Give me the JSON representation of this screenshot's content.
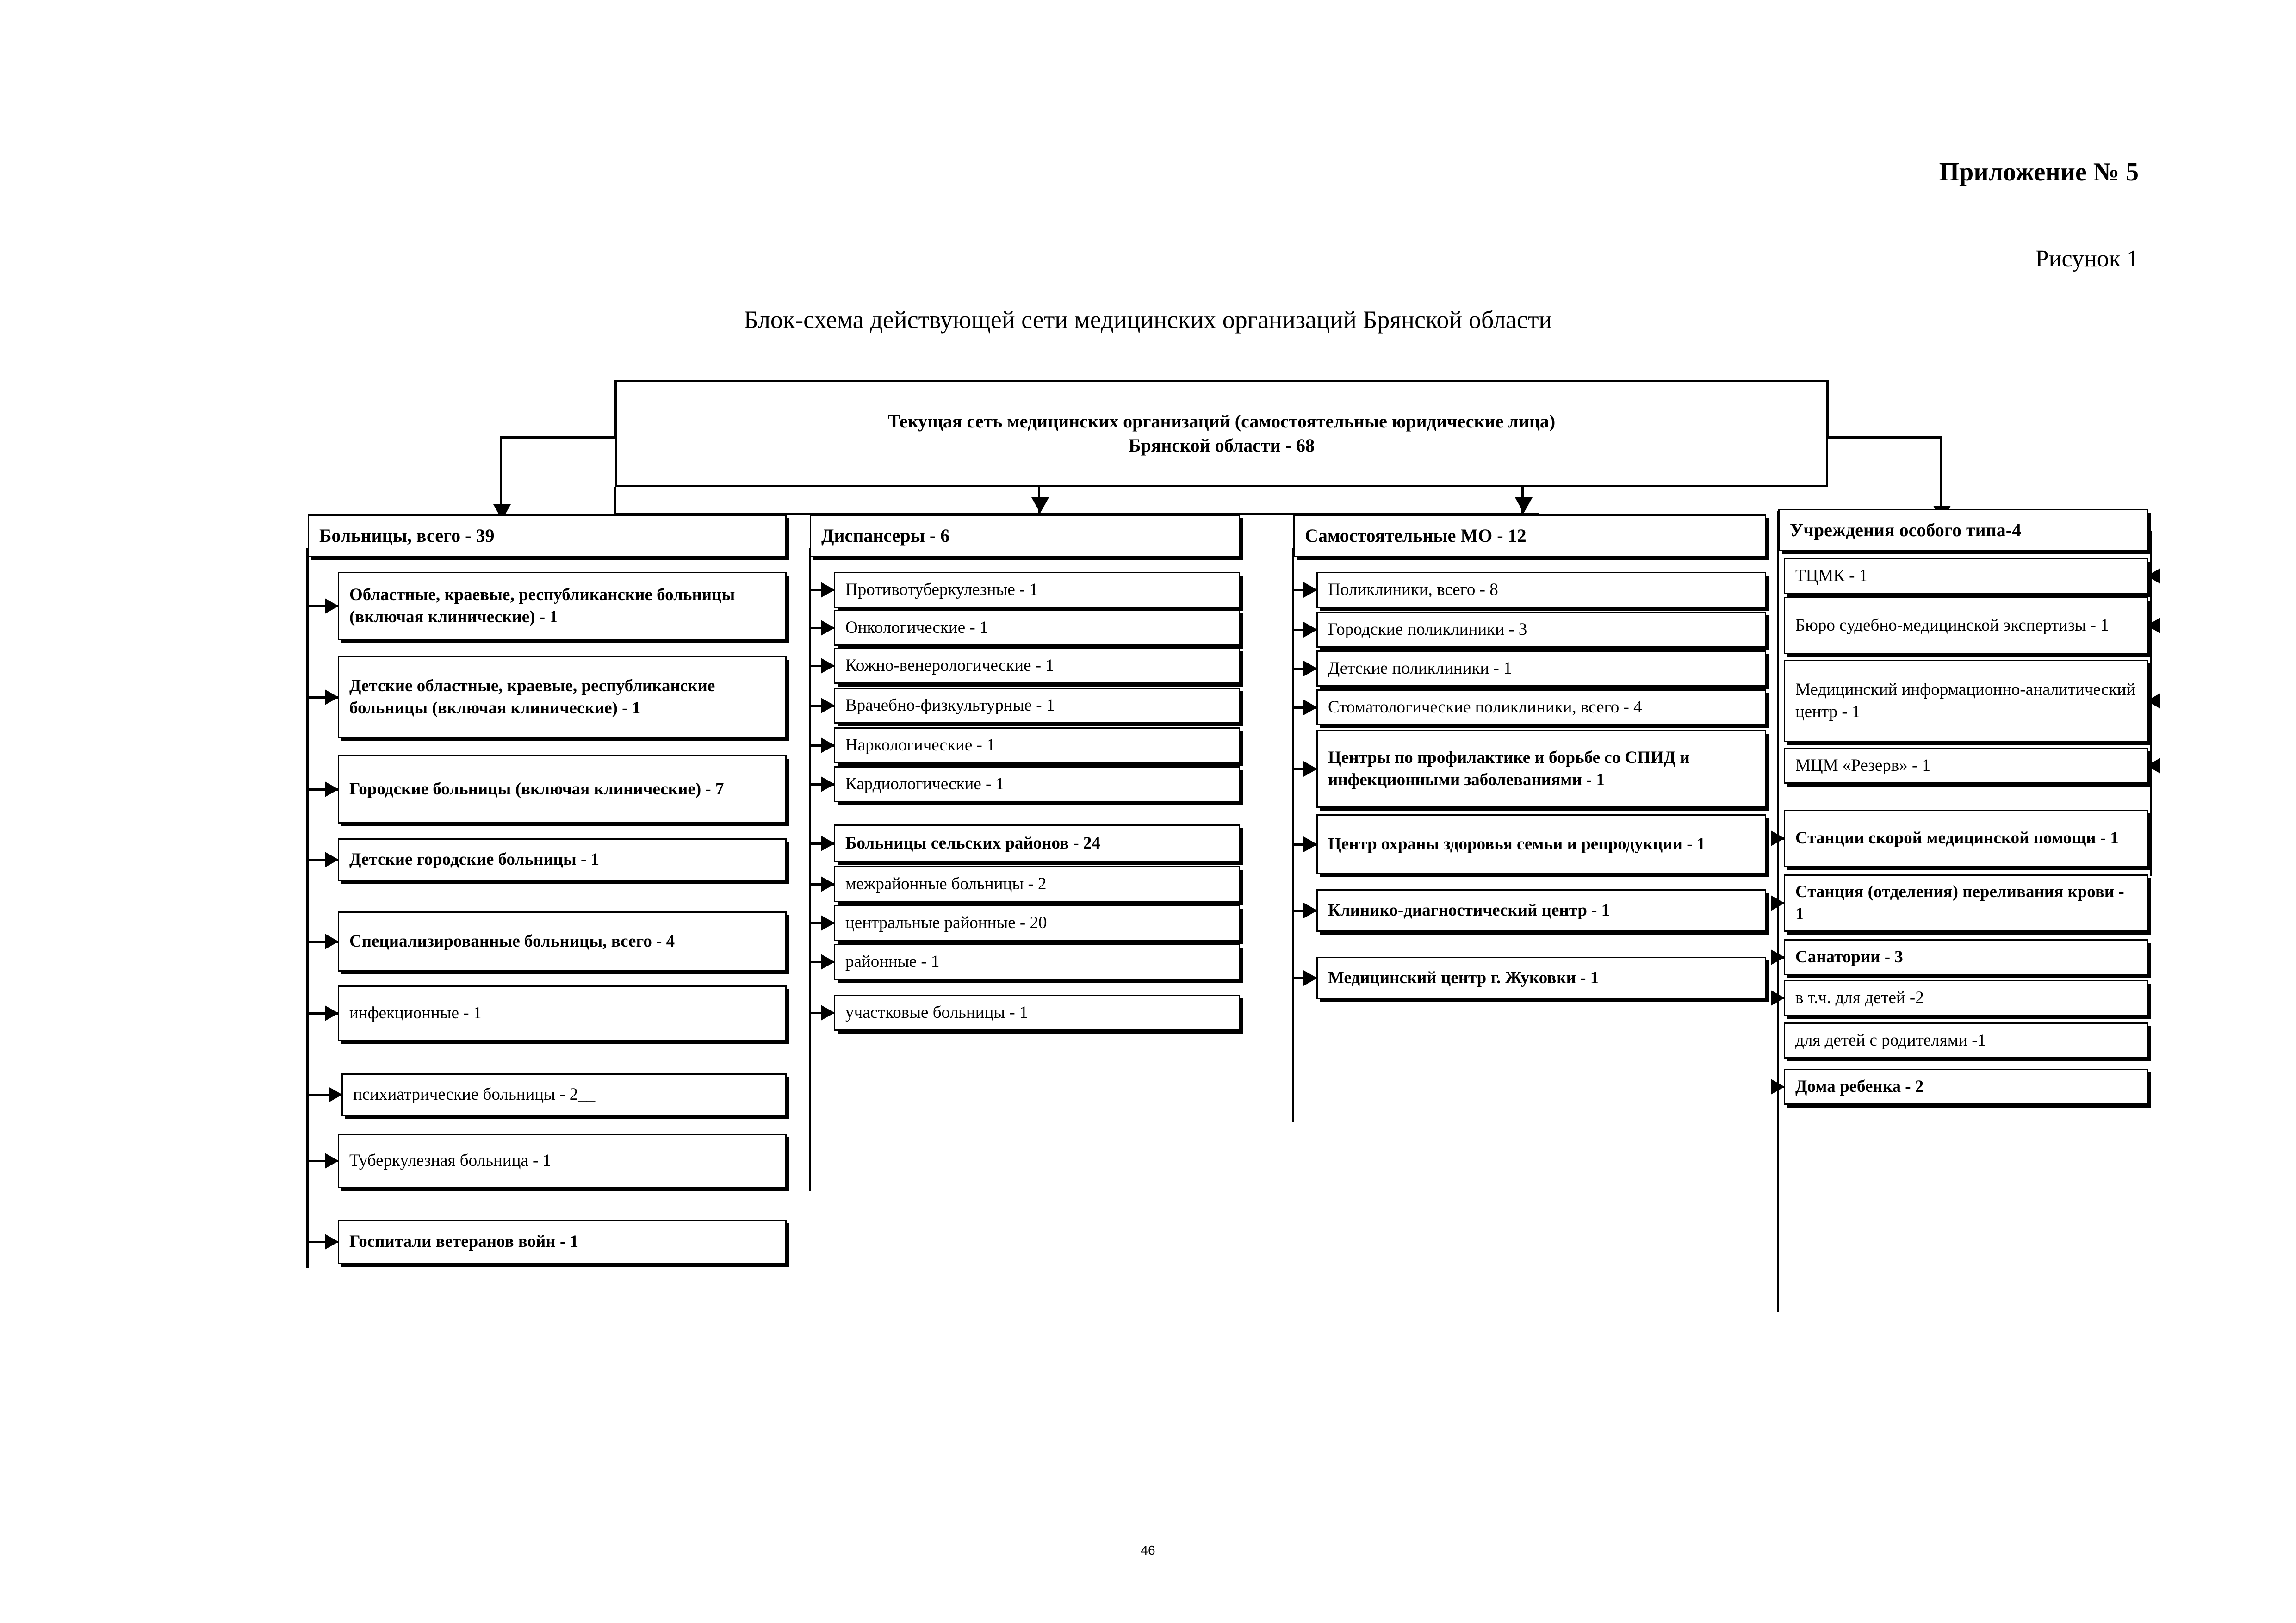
{
  "header": {
    "appendix": "Приложение № 5",
    "figure": "Рисунок 1",
    "title": "Блок-схема действующей сети медицинских организаций Брянской области",
    "page_number": "46"
  },
  "root": {
    "line1": "Текущая сеть медицинских организаций (самостоятельные юридические лица)",
    "line2": "Брянской области - 68"
  },
  "columns": [
    {
      "id": "hospitals",
      "head": "Больницы, всего - 39",
      "items": [
        {
          "label": "Областные, краевые, республиканские больницы (включая клинические) - 1",
          "bold": true
        },
        {
          "label": "Детские областные, краевые, республиканские больницы (включая клинические) - 1",
          "bold": true
        },
        {
          "label": "Городские больницы (включая клинические) - 7",
          "bold": true
        },
        {
          "label": "Детские городские больницы  - 1",
          "bold": true
        },
        {
          "label": "Специализированные больницы, всего - 4",
          "bold": true
        },
        {
          "label": "инфекционные - 1",
          "bold": false
        },
        {
          "label": " психиатрические больницы - 2__",
          "bold": false
        },
        {
          "label": "Туберкулезная больница - 1",
          "bold": false
        },
        {
          "label": "Госпитали ветеранов войн - 1",
          "bold": true
        }
      ]
    },
    {
      "id": "dispensaries",
      "head": "Диспансеры - 6",
      "items": [
        {
          "label": "Противотуберкулезные - 1",
          "bold": false
        },
        {
          "label": "Онкологические - 1",
          "bold": false
        },
        {
          "label": "Кожно-венерологические - 1",
          "bold": false
        },
        {
          "label": "Врачебно-физкультурные - 1",
          "bold": false
        },
        {
          "label": "Наркологические - 1",
          "bold": false
        },
        {
          "label": "Кардиологические - 1",
          "bold": false
        },
        {
          "label": "Больницы сельских районов - 24",
          "bold": true
        },
        {
          "label": " межрайонные  больницы - 2",
          "bold": false
        },
        {
          "label": "центральные районные - 20",
          "bold": false
        },
        {
          "label": "районные - 1",
          "bold": false
        },
        {
          "label": "участковые больницы - 1",
          "bold": false
        }
      ]
    },
    {
      "id": "independent-mo",
      "head": "Самостоятельные МО - 12",
      "items": [
        {
          "label": "Поликлиники, всего - 8",
          "bold": false
        },
        {
          "label": "Городские  поликлиники - 3",
          "bold": false
        },
        {
          "label": "Детские поликлиники - 1",
          "bold": false
        },
        {
          "label": "Стоматологические поликлиники, всего - 4",
          "bold": false
        },
        {
          "label": "Центры по профилактике и борьбе со СПИД и инфекционными заболеваниями - 1",
          "bold": true
        },
        {
          "label": "Центр охраны здоровья семьи и репродукции - 1",
          "bold": true
        },
        {
          "label": "Клинико-диагностический центр - 1",
          "bold": true
        },
        {
          "label": "Медицинский центр г. Жуковки - 1",
          "bold": true
        }
      ]
    },
    {
      "id": "special-type",
      "head": "Учреждения особого типа-4",
      "items": [
        {
          "label": "ТЦМК - 1",
          "bold": false
        },
        {
          "label": "Бюро судебно-медицинской экспертизы - 1",
          "bold": false
        },
        {
          "label": "Медицинский информационно-аналитический центр - 1",
          "bold": false
        },
        {
          "label": "МЦМ «Резерв» - 1",
          "bold": false
        },
        {
          "label": "Станции скорой медицинской помощи - 1",
          "bold": true
        },
        {
          "label": "Станция (отделения) переливания крови - 1",
          "bold": true
        },
        {
          "label": "Санатории - 3",
          "bold": true
        },
        {
          "label": "в т.ч. для детей -2",
          "bold": false
        },
        {
          "label": "для детей с родителями -1",
          "bold": false
        },
        {
          "label": "Дома ребенка - 2",
          "bold": true
        }
      ]
    }
  ]
}
